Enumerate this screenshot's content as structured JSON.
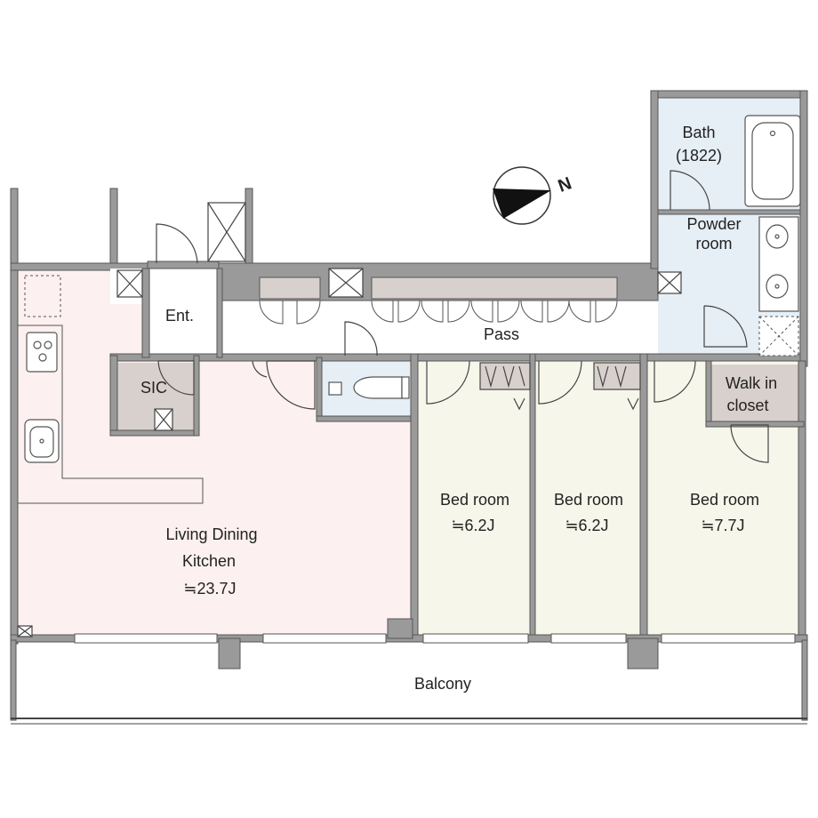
{
  "rooms": {
    "bath": {
      "name": "Bath",
      "size": "(1822)"
    },
    "powder": {
      "line1": "Powder",
      "line2": "room"
    },
    "entrance": {
      "name": "Ent."
    },
    "pass": {
      "name": "Pass"
    },
    "sic": {
      "name": "SIC"
    },
    "walk_in_closet": {
      "line1": "Walk in",
      "line2": "closet"
    },
    "ldk": {
      "line1": "Living Dining",
      "line2": "Kitchen",
      "area": "≒23.7J"
    },
    "bed1": {
      "name": "Bed room",
      "area": "≒6.2J"
    },
    "bed2": {
      "name": "Bed room",
      "area": "≒6.2J"
    },
    "bed3": {
      "name": "Bed room",
      "area": "≒7.7J"
    },
    "balcony": {
      "name": "Balcony"
    }
  },
  "compass": {
    "north_label": "N"
  },
  "colors": {
    "wall": "#9a9a9a",
    "ldk_floor": "#fdf0f0",
    "bedroom_floor": "#f7f6ea",
    "wet_area_floor": "#e6eef6",
    "storage_floor": "#d8d0cc",
    "line": "#444444"
  }
}
